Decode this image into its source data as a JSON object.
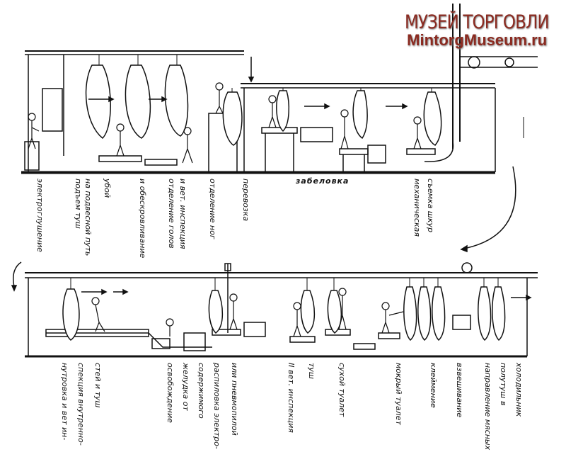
{
  "watermark": {
    "line1": "МУЗЕЙ ТОРГОВЛИ",
    "line2": "MintorgMuseum.ru"
  },
  "top_row": {
    "labels": [
      "электроглушение",
      "подъем туш",
      "на подвесной путь",
      "убой",
      "и обескровливание",
      "отделение голов",
      "и вет. инспекция",
      "отделение ног",
      "перевозка",
      "механическая",
      "съемка шкур"
    ],
    "section_label": "забеловка"
  },
  "bottom_row": {
    "labels": [
      "нутровка и вет ин-",
      "спекция внутренно-",
      "стей и туш",
      "освобождение",
      "желудка от",
      "содержимого",
      "распиловка электро-",
      "или пневмопилой",
      "II вет. инспекция",
      "туш",
      "сухой туалет",
      "мокрый туалет",
      "клеймение",
      "взвешивание",
      "направление мясных",
      "полутуш в",
      "холодильник"
    ]
  }
}
